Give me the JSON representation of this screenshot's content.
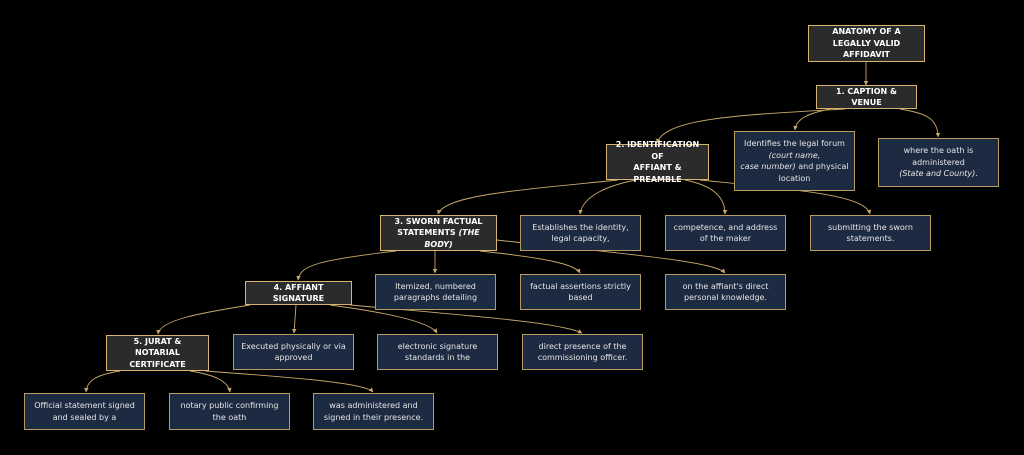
{
  "diagram": {
    "title_lines": [
      "ANATOMY OF A",
      "LEGALLY VALID AFFIDAVIT"
    ],
    "sections": [
      {
        "lines": [
          "1. CAPTION & VENUE"
        ]
      },
      {
        "lines": [
          "2. IDENTIFICATION OF",
          "AFFIANT & PREAMBLE"
        ]
      },
      {
        "lines": [
          "3. SWORN FACTUAL",
          "STATEMENTS"
        ],
        "italic": "(THE BODY)"
      },
      {
        "lines": [
          "4. AFFIANT SIGNATURE"
        ]
      },
      {
        "lines": [
          "5. JURAT & NOTARIAL",
          "CERTIFICATE"
        ]
      }
    ],
    "details": {
      "caption_forum": {
        "l1": "Identifies the legal forum",
        "l2": "(court name,",
        "l3a": "case number)",
        "l3b": " and physical",
        "l4": "location"
      },
      "caption_oath": {
        "l1": "where the oath is",
        "l2": "administered",
        "l3": "(State and County)",
        "l3b": "."
      },
      "ident_1": [
        "Establishes the identity,",
        "legal capacity,"
      ],
      "ident_2": [
        "competence, and address",
        "of the maker"
      ],
      "ident_3": [
        "submitting the sworn",
        "statements."
      ],
      "body_1": [
        "Itemized, numbered",
        "paragraphs detailing"
      ],
      "body_2": [
        "factual assertions strictly",
        "based"
      ],
      "body_3": [
        "on the affiant's direct",
        "personal knowledge."
      ],
      "sig_1": [
        "Executed physically or via",
        "approved"
      ],
      "sig_2": [
        "electronic signature",
        "standards in the"
      ],
      "sig_3": [
        "direct presence of the",
        "commissioning officer."
      ],
      "jurat_1": [
        "Official statement signed",
        "and sealed by a"
      ],
      "jurat_2": [
        "notary public confirming",
        "the oath"
      ],
      "jurat_3": [
        "was administered and",
        "signed in their presence."
      ]
    },
    "colors": {
      "background": "#000000",
      "edge": "#c9a96a",
      "header_fill": "#2b2b2b",
      "detail_fill": "#1c2a42"
    }
  }
}
